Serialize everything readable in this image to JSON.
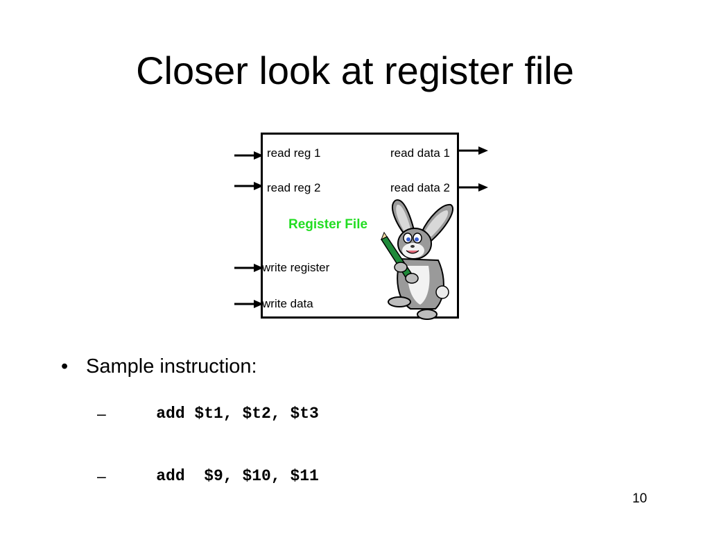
{
  "slide": {
    "title": "Closer look at register file",
    "page_number": "10"
  },
  "diagram": {
    "inputs": {
      "read_reg_1": "read reg 1",
      "read_reg_2": "read reg 2",
      "write_register": "write register",
      "write_data": "write data"
    },
    "outputs": {
      "read_data_1": "read data 1",
      "read_data_2": "read data 2"
    },
    "block_label": "Register File",
    "block_label_color": "#22dd22"
  },
  "bullets": {
    "main": "Sample instruction:",
    "dash": "–",
    "bullet_char": "•",
    "sub": [
      "add $t1, $t2, $t3",
      "add  $9, $10, $11"
    ]
  }
}
